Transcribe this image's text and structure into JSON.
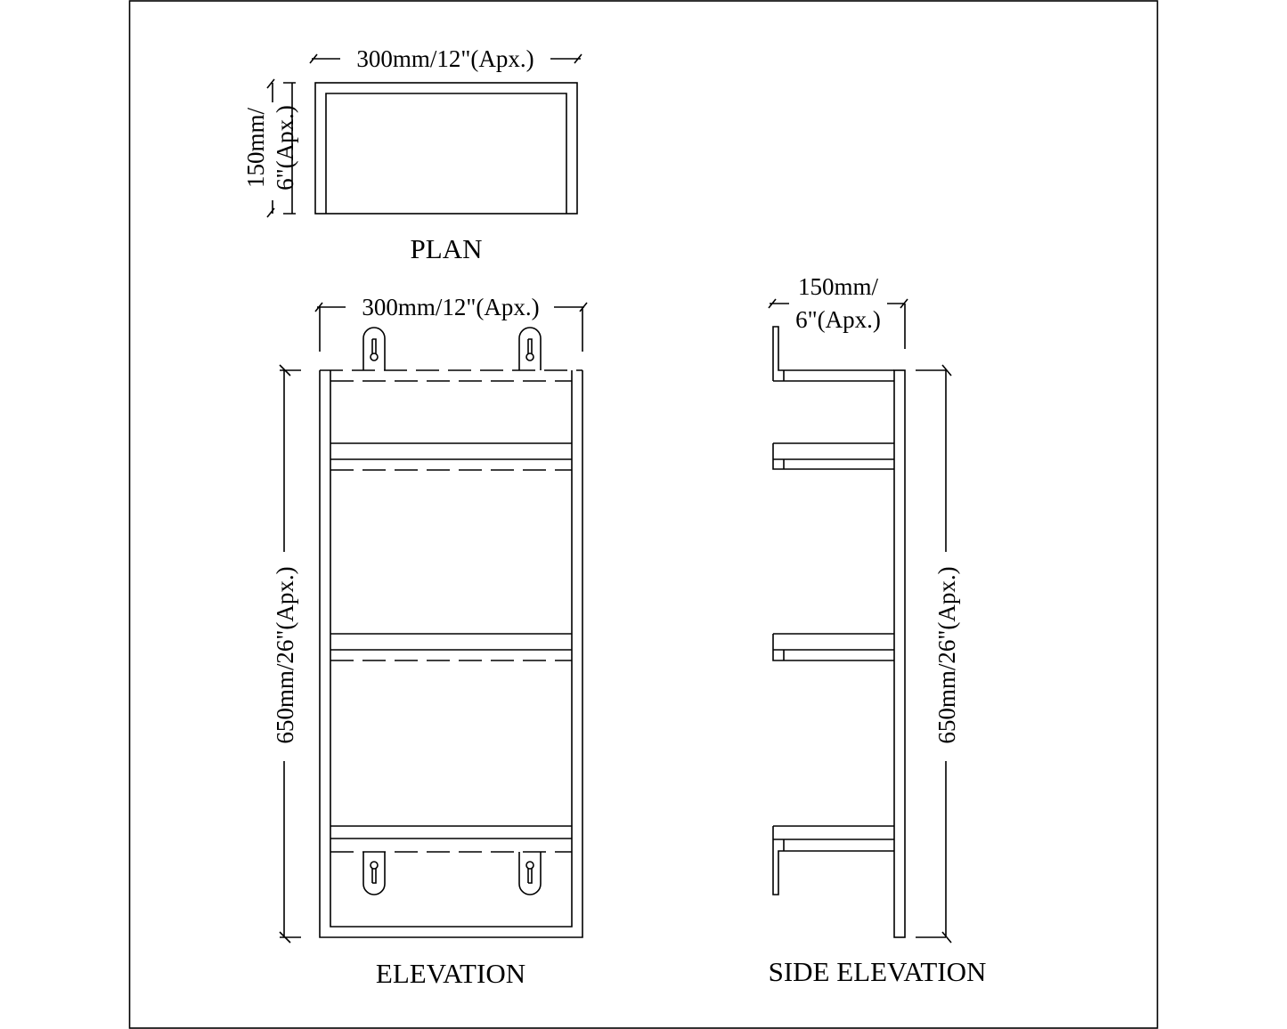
{
  "plan": {
    "title": "PLAN",
    "width_dim": "300mm/12\"(Apx.)",
    "depth_dim_line1": "150mm/",
    "depth_dim_line2": "6\"(Apx.)"
  },
  "elevation": {
    "title": "ELEVATION",
    "width_dim": "300mm/12\"(Apx.)",
    "height_dim": "650mm/26\"(Apx.)"
  },
  "side_elevation": {
    "title": "SIDE ELEVATION",
    "depth_dim_line1": "150mm/",
    "depth_dim_line2": "6\"(Apx.)",
    "height_dim": "650mm/26\"(Apx.)"
  }
}
